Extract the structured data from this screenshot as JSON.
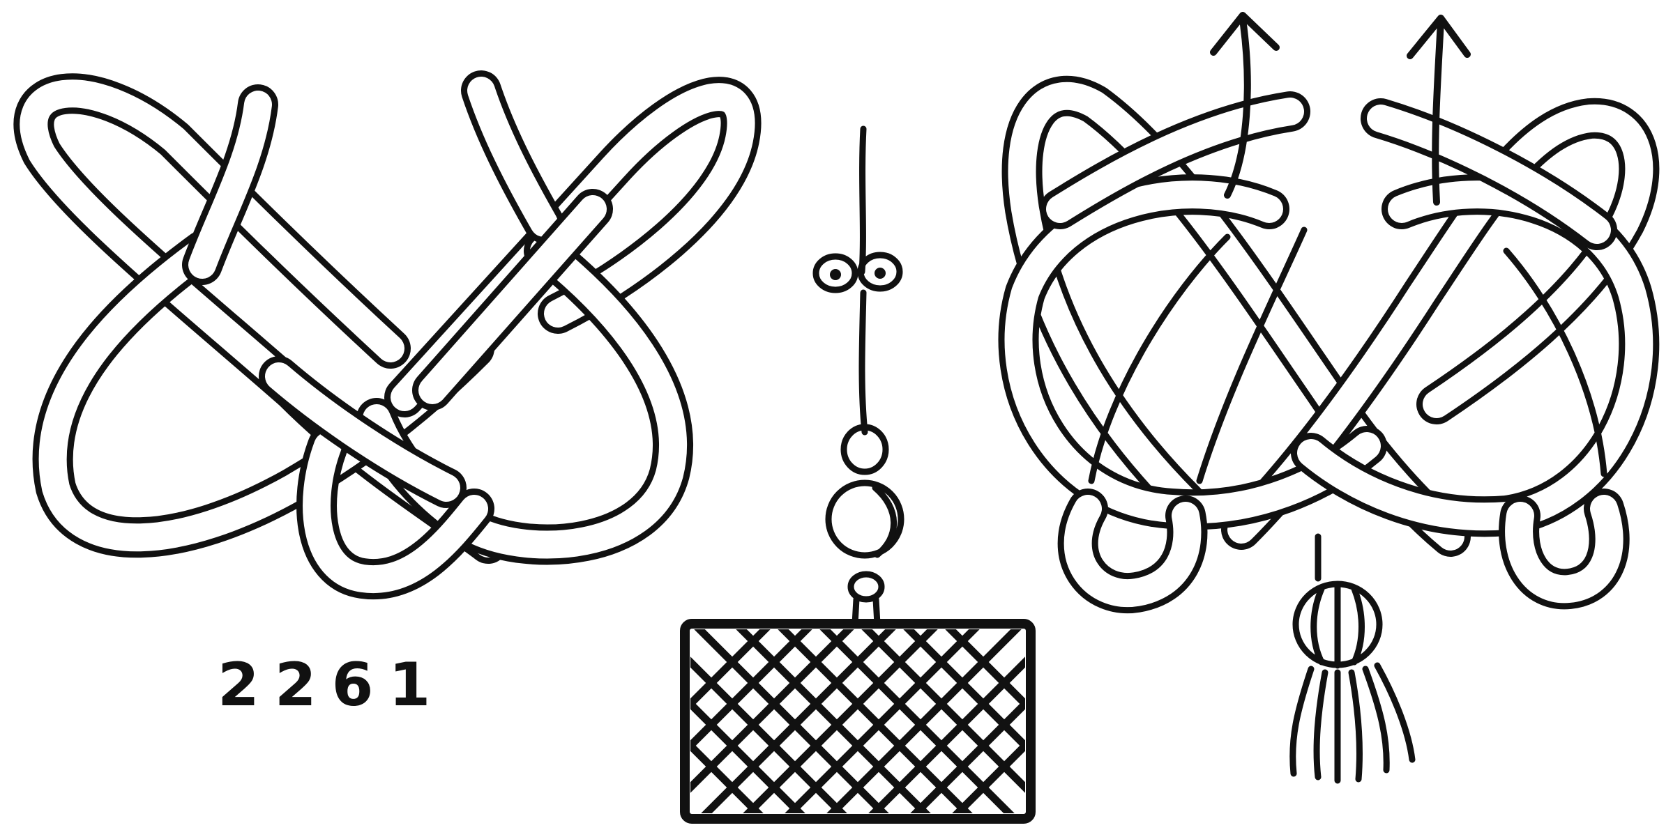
{
  "figure": {
    "number": "2261"
  },
  "panels": [
    {
      "name": "loose-knot-diagram",
      "arrows": 0
    },
    {
      "name": "finished-ornament",
      "arrows": 0
    },
    {
      "name": "pull-direction-diagram",
      "arrows": 2
    }
  ],
  "colors": {
    "ink": "#111111",
    "paper": "#ffffff"
  }
}
